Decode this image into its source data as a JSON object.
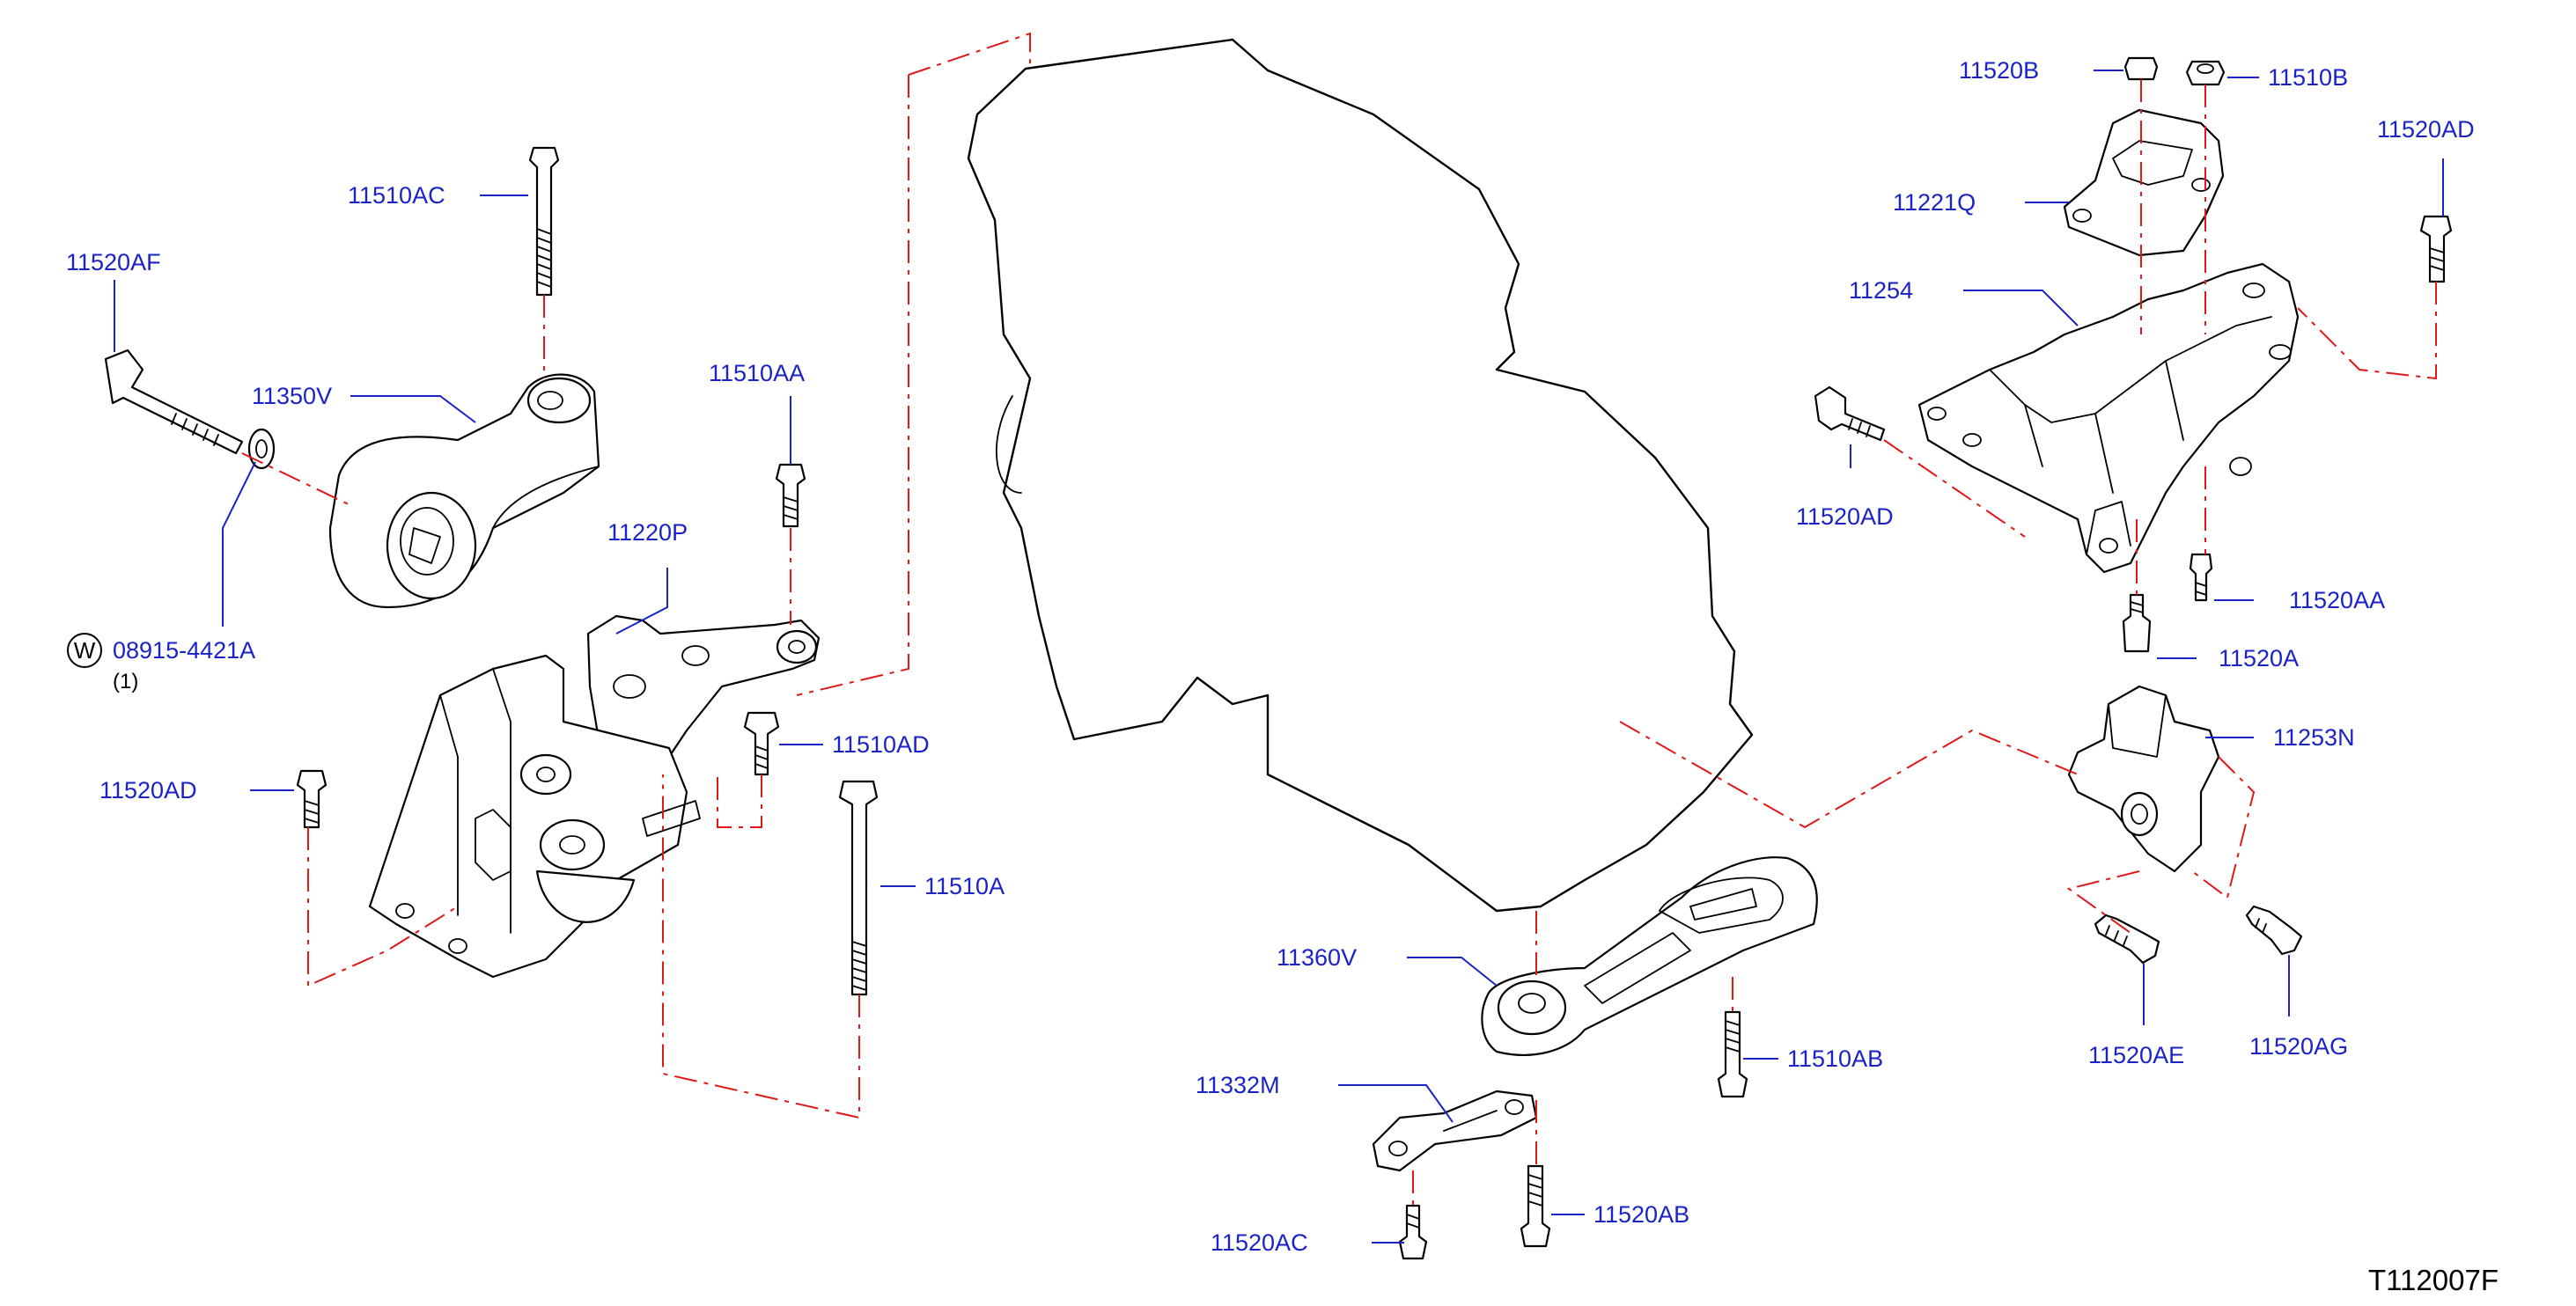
{
  "labels": {
    "p11510AC": "11510AC",
    "p11520AF": "11520AF",
    "p11350V": "11350V",
    "p08915": "08915-4421A",
    "w_symbol": "W",
    "qty_08915": "(1)",
    "p11510AA": "11510AA",
    "p11220P": "11220P",
    "p11510AD": "11510AD",
    "p11520AD_left": "11520AD",
    "p11510A": "11510A",
    "p11360V": "11360V",
    "p11510AB": "11510AB",
    "p11332M": "11332M",
    "p11520AB": "11520AB",
    "p11520AC": "11520AC",
    "p11520B": "11520B",
    "p11510B": "11510B",
    "p11520AD_topright": "11520AD",
    "p11221Q": "11221Q",
    "p11254": "11254",
    "p11520AD_right": "11520AD",
    "p11520AA": "11520AA",
    "p11520A": "11520A",
    "p11253N": "11253N",
    "p11520AE": "11520AE",
    "p11520AG": "11520AG"
  },
  "figure_id": "T112007F",
  "colors": {
    "callout": "#1a23c8",
    "centerline": "#e01818",
    "linework": "#000000"
  }
}
